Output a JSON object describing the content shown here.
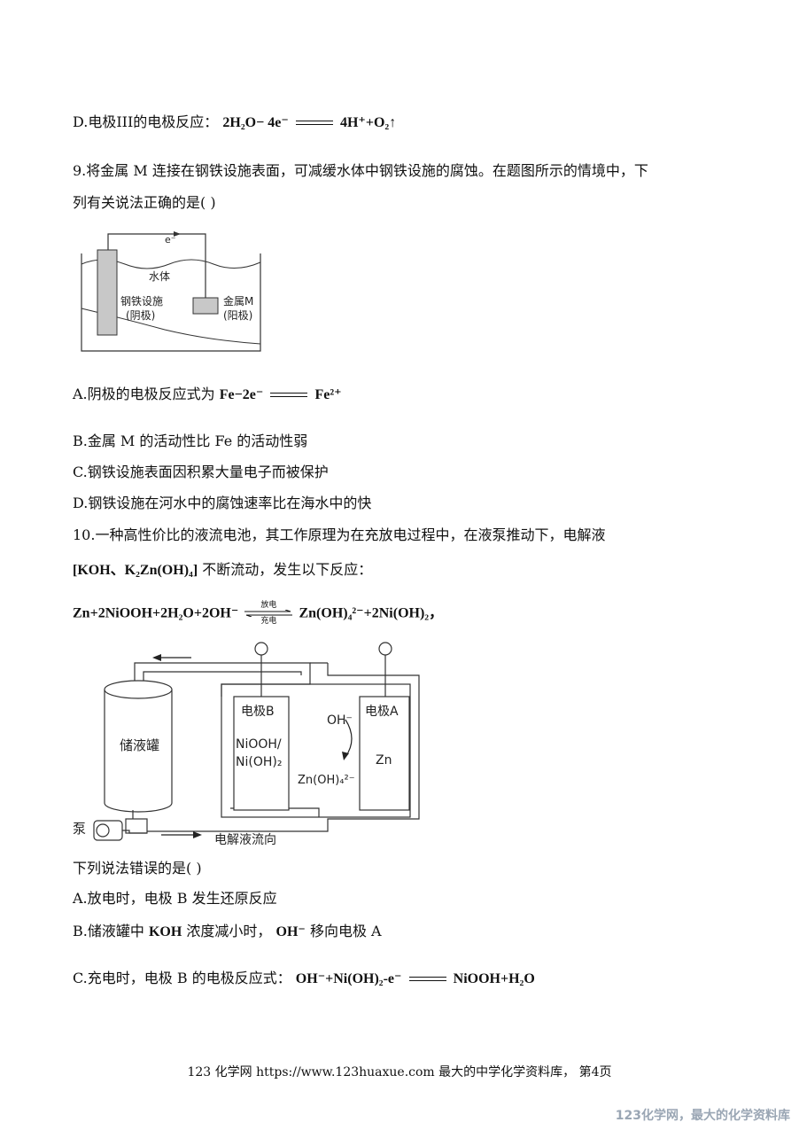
{
  "q8": {
    "optD_text": "D.电极III的电极反应：",
    "optD_formula": "2H₂O− 4e⁻",
    "optD_product": "4H⁺+O₂↑"
  },
  "q9": {
    "stem_line1": "9.将金属 M 连接在钢铁设施表面，可减缓水体中钢铁设施的腐蚀。在题图所示的情境中，下",
    "stem_line2": "列有关说法正确的是(   )",
    "diagram": {
      "electron_label": "e⁻",
      "water_label": "水体",
      "steel_label1": "钢铁设施",
      "steel_label2": "(阴极)",
      "metal_label1": "金属M",
      "metal_label2": "(阳极)"
    },
    "optA_text": "A.阴极的电极反应式为",
    "optA_formula": "Fe−2e⁻",
    "optA_product": "Fe²⁺",
    "optB": "B.金属 M 的活动性比 Fe 的活动性弱",
    "optC": "C.钢铁设施表面因积累大量电子而被保护",
    "optD": "D.钢铁设施在河水中的腐蚀速率比在海水中的快"
  },
  "q10": {
    "stem_line1": "10.一种高性价比的液流电池，其工作原理为在充放电过程中，在液泵推动下，电解液",
    "electrolyte": "[KOH、K₂Zn(OH)₄]",
    "stem_line2_rest": "不断流动，发生以下反应：",
    "reaction_left": "Zn+2NiOOH+2H₂O+2OH⁻",
    "arrow_top": "放电",
    "arrow_bottom": "充电",
    "reaction_right": "Zn(OH)₄²⁻+2Ni(OH)₂，",
    "diagram": {
      "tank_label": "储液罐",
      "electrode_b_label": "电极B",
      "electrode_b_mat1": "NiOOH/",
      "electrode_b_mat2": "Ni(OH)₂",
      "oh_label": "OH⁻",
      "zincate_label": "Zn(OH)₄²⁻",
      "electrode_a_label": "电极A",
      "electrode_a_mat": "Zn",
      "pump_label": "泵",
      "flow_label": "电解液流向"
    },
    "question": "下列说法错误的是(   )",
    "optA": "A.放电时，电极 B 发生还原反应",
    "optB_text": "B.储液罐中",
    "optB_formula1": "KOH",
    "optB_mid": "浓度减小时，",
    "optB_formula2": "OH⁻",
    "optB_end": "移向电极 A",
    "optC_text": "C.充电时，电极 B 的电极反应式：",
    "optC_formula": "OH⁻+Ni(OH)₂-e⁻",
    "optC_product": "NiOOH+H₂O"
  },
  "footer": "123 化学网 https://www.123huaxue.com 最大的中学化学资料库， 第4页",
  "watermark": "123化学网，最大的化学资料库"
}
